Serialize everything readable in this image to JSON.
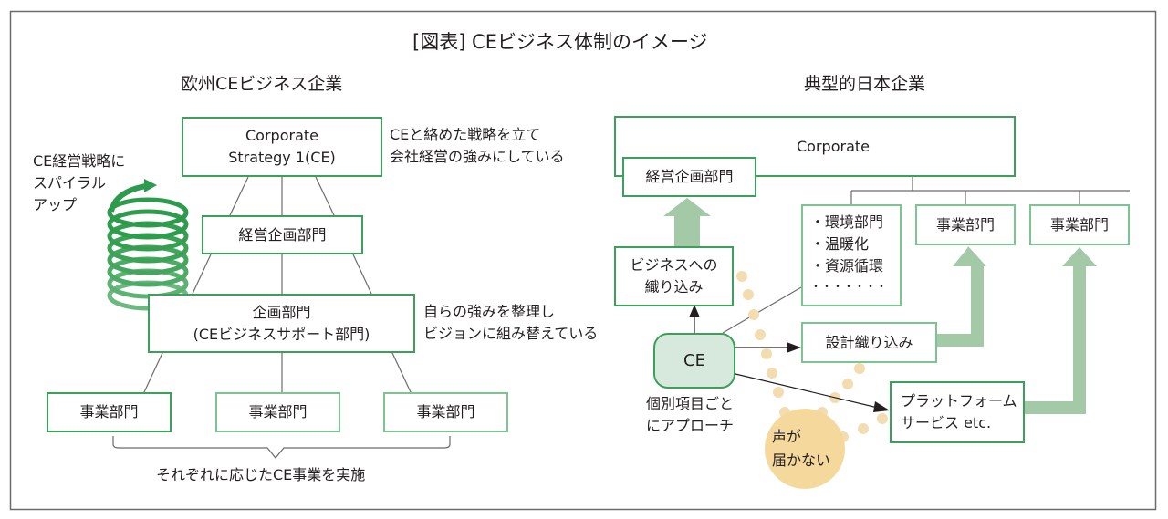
{
  "title": "[図表] CEビジネス体制のイメージ",
  "colors": {
    "box_border": "#3aa05a",
    "box_border_light": "#7cc593",
    "flow_arrow": "#a3c9a6",
    "spiral_dark": "#2e9a4e",
    "spiral_light": "#6cb880",
    "ce_fill": "#d7e9dc",
    "voice_fill": "#f5d99c",
    "dots": "#f3ddb0",
    "line": "#6b6b6b",
    "frame": "#6f6a6a"
  },
  "left": {
    "heading": "欧州CEビジネス企業",
    "spiral_label": [
      "CE経営戦略に",
      "スパイラル",
      "アップ"
    ],
    "strategy_box": [
      "Corporate",
      "Strategy 1(CE)"
    ],
    "strategy_note": [
      "CEと絡めた戦略を立て",
      "会社経営の強みにしている"
    ],
    "planning_box": "経営企画部門",
    "support_box": [
      "企画部門",
      "(CEビジネスサポート部門)"
    ],
    "support_note": [
      "自らの強みを整理し",
      "ビジョンに組み替えている"
    ],
    "business_units": [
      "事業部門",
      "事業部門",
      "事業部門"
    ],
    "brace_label": "それぞれに応じたCE事業を実施"
  },
  "right": {
    "heading": "典型的日本企業",
    "corporate_box": "Corporate",
    "planning_box": "経営企画部門",
    "env_list": [
      "・環境部門",
      "・温暖化",
      "・資源循環",
      "・・・・・・・"
    ],
    "business_units": [
      "事業部門",
      "事業部門"
    ],
    "biz_weave_box": [
      "ビジネスへの",
      "織り込み"
    ],
    "ce_box": "CE",
    "ce_note": [
      "個別項目ごと",
      "にアプローチ"
    ],
    "design_box": "設計織り込み",
    "platform_box": [
      "プラットフォーム",
      "サービス etc."
    ],
    "voice_bubble": [
      "声が",
      "届かない"
    ]
  }
}
